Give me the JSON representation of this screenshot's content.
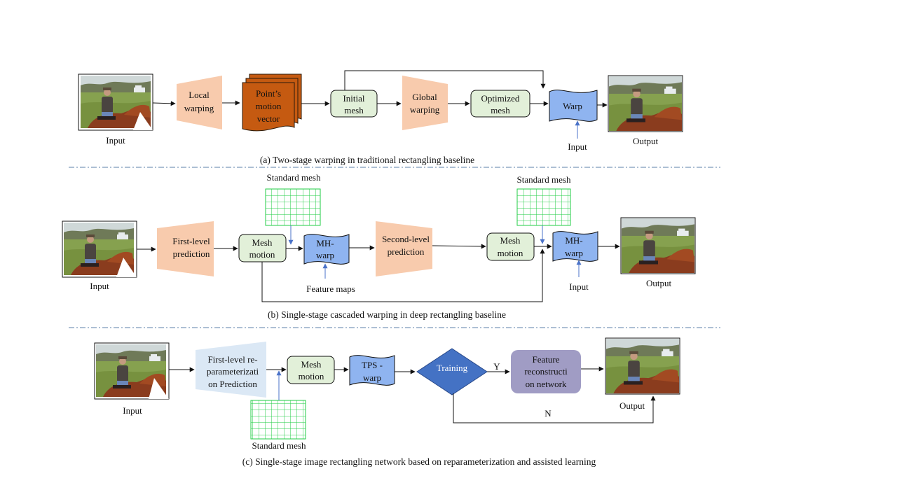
{
  "rows": {
    "a": {
      "caption": "(a) Two-stage warping  in  traditional  rectangling  baseline",
      "input_label": "Input",
      "output_label": "Output",
      "local": [
        "Local",
        "warping"
      ],
      "motion_vector": [
        "Point’s",
        "motion",
        "vector"
      ],
      "initial_mesh": [
        "Initial",
        "mesh"
      ],
      "global": [
        "Global",
        "warping"
      ],
      "optimized_mesh": [
        "Optimized",
        "mesh"
      ],
      "warp": "Warp",
      "warp_input_label": "Input"
    },
    "b": {
      "caption": "(b) Single-stage  cascaded warping  in  deep rectangling  baseline",
      "input_label": "Input",
      "output_label": "Output",
      "first_level": [
        "First-level",
        "prediction"
      ],
      "mesh_motion_1": [
        "Mesh",
        "motion"
      ],
      "mh_warp_1": [
        "MH-",
        "warp"
      ],
      "standard_mesh_1": "Standard mesh",
      "feature_maps": "Feature maps",
      "second_level": [
        "Second-level",
        "prediction"
      ],
      "mesh_motion_2": [
        "Mesh",
        "motion"
      ],
      "mh_warp_2": [
        "MH-",
        "warp"
      ],
      "standard_mesh_2": "Standard mesh",
      "warp_input_label": "Input"
    },
    "c": {
      "caption": "(c) Single-stage  image  rectangling  network  based on reparameterization  and  assisted learning",
      "input_label": "Input",
      "output_label": "Output",
      "first_level": [
        "First-level re-",
        "parameterizati",
        "on Prediction"
      ],
      "mesh_motion": [
        "Mesh",
        "motion"
      ],
      "tps_warp": [
        "TPS -",
        "warp"
      ],
      "training": "Training",
      "yes": "Y",
      "no": "N",
      "feature_recon": [
        "Feature",
        "reconstructi",
        "on network"
      ],
      "standard_mesh": "Standard mesh"
    }
  },
  "colors": {
    "peach": "#f8cbad",
    "dark_orange": "#c55a11",
    "mint": "#e2f0d9",
    "blue_wave": "#8fb4f0",
    "diamond": "#4472c4",
    "purple": "#a09cc4",
    "light_blue": "#dbe8f5",
    "grid_green": "#22cc44",
    "arrow_blue": "#4a72c8",
    "divider": "#5b7fa8"
  }
}
